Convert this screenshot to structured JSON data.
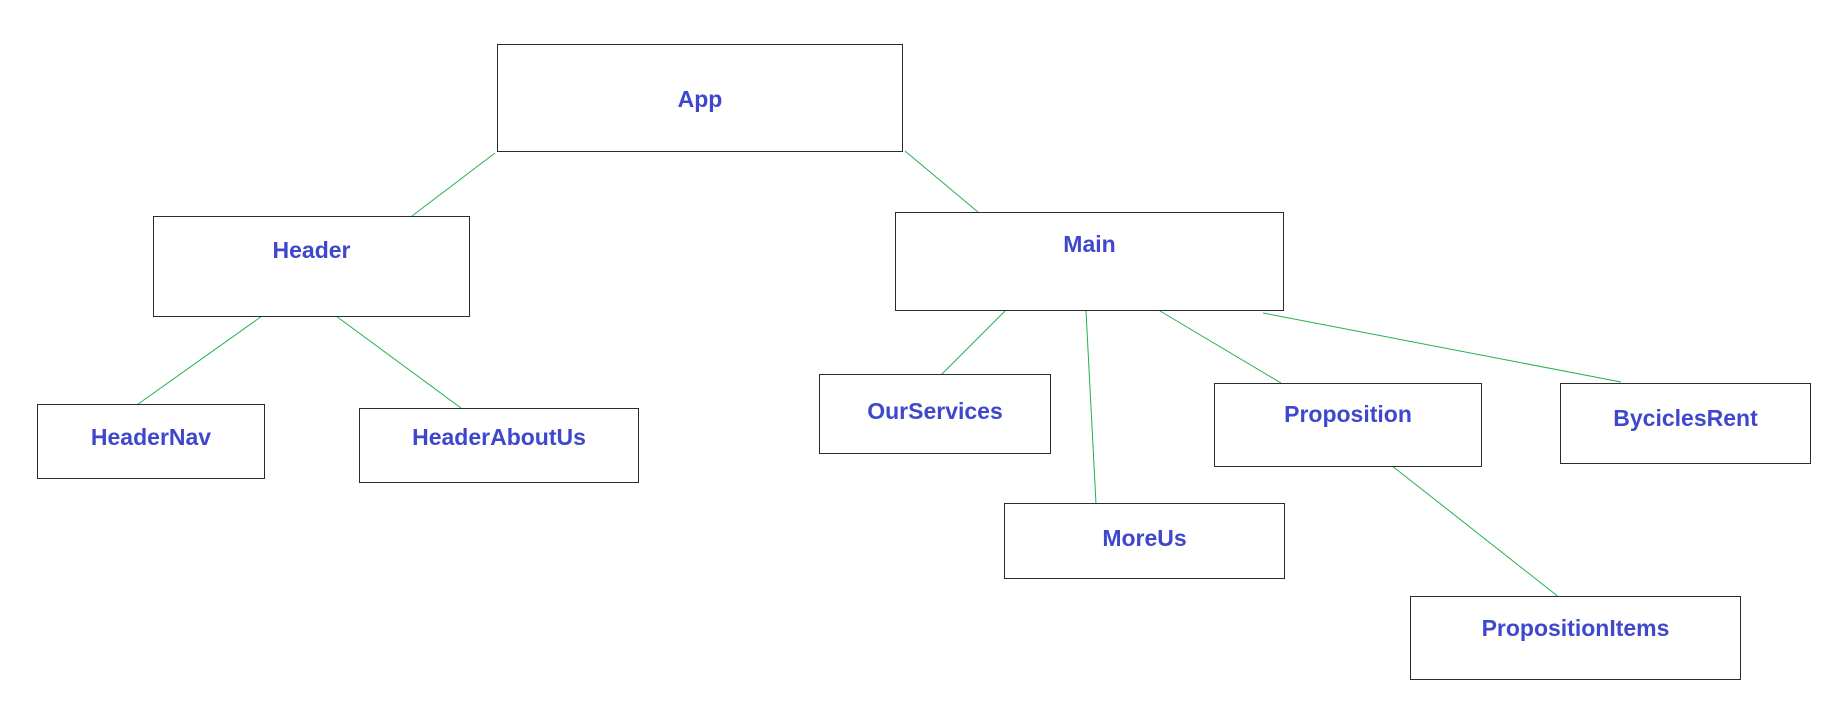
{
  "colors": {
    "label": "#3f48cc",
    "connector": "#22b14c",
    "border": "#2b2b2b",
    "background": "#ffffff"
  },
  "nodes": {
    "app": "App",
    "header": "Header",
    "main": "Main",
    "header_nav": "HeaderNav",
    "header_about_us": "HeaderAboutUs",
    "our_services": "OurServices",
    "more_us": "MoreUs",
    "proposition": "Proposition",
    "bycicles_rent": "ByciclesRent",
    "proposition_items": "PropositionItems"
  },
  "edges": [
    {
      "from": "app",
      "to": "header"
    },
    {
      "from": "app",
      "to": "main"
    },
    {
      "from": "header",
      "to": "header_nav"
    },
    {
      "from": "header",
      "to": "header_about_us"
    },
    {
      "from": "main",
      "to": "our_services"
    },
    {
      "from": "main",
      "to": "more_us"
    },
    {
      "from": "main",
      "to": "proposition"
    },
    {
      "from": "main",
      "to": "bycicles_rent"
    },
    {
      "from": "proposition",
      "to": "proposition_items"
    }
  ]
}
